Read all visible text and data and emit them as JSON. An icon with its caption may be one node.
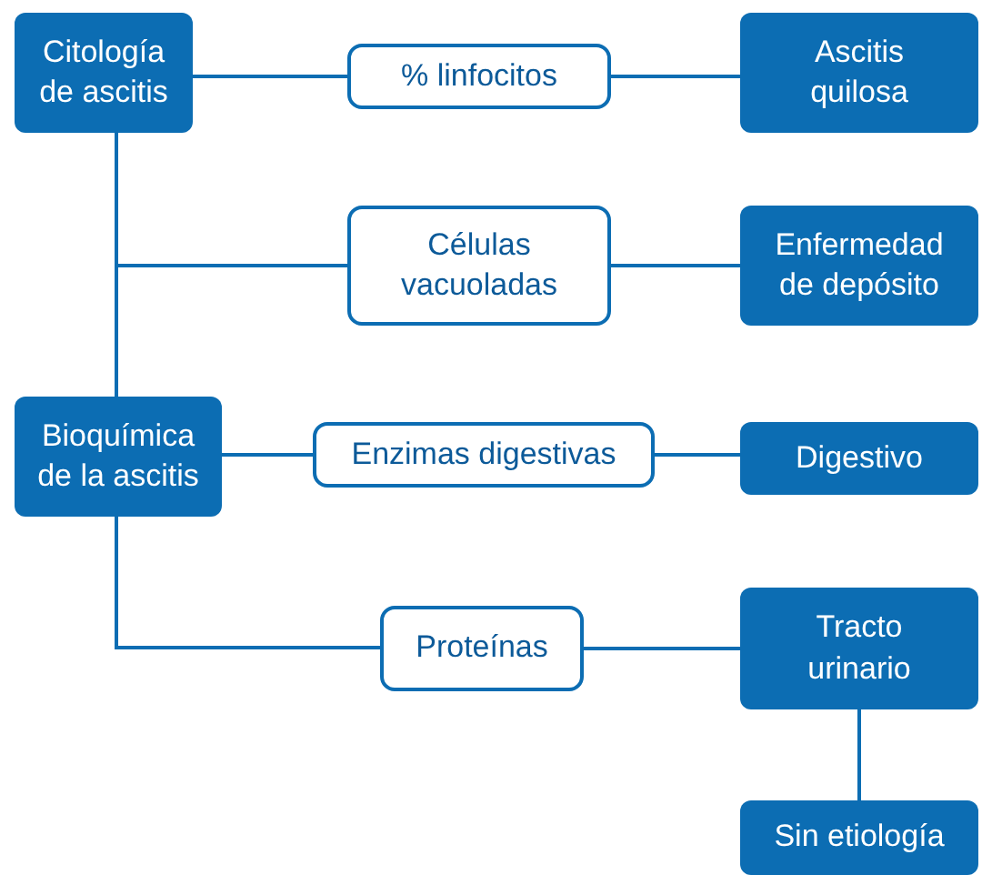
{
  "diagram": {
    "nodes": [
      {
        "text": [
          "Citología de ascitis"
        ]
      },
      {
        "text": [
          "% linfocitos"
        ]
      },
      {
        "text": [
          "Ascitis quilosa"
        ]
      },
      {
        "text": [
          "Células vacuoladas"
        ]
      },
      {
        "text": [
          "Enfermedad de depósito"
        ]
      },
      {
        "text": [
          "Bioquímica de la ascitis"
        ]
      },
      {
        "text": [
          "Enzimas digestivas"
        ]
      },
      {
        "text": [
          "Digestivo"
        ]
      },
      {
        "text": [
          "Proteínas"
        ]
      },
      {
        "text": [
          "Tracto urinario"
        ]
      },
      {
        "text": [
          "Sin etiología"
        ]
      }
    ],
    "edges": [
      {
        "from": 0,
        "to": 1,
        "arrow": "none"
      },
      {
        "from": 1,
        "to": 2,
        "arrow": "none"
      },
      {
        "from": 0,
        "to": 3,
        "arrow": "none"
      },
      {
        "from": 3,
        "to": 4,
        "arrow": "none"
      },
      {
        "from": 0,
        "to": 5,
        "arrow": "none"
      },
      {
        "from": 5,
        "to": 6,
        "arrow": "none"
      },
      {
        "from": 6,
        "to": 7,
        "arrow": "none"
      },
      {
        "from": 5,
        "to": 8,
        "arrow": "none"
      },
      {
        "from": 8,
        "to": 9,
        "arrow": "none"
      },
      {
        "from": 9,
        "to": 10,
        "arrow": "none"
      }
    ]
  }
}
